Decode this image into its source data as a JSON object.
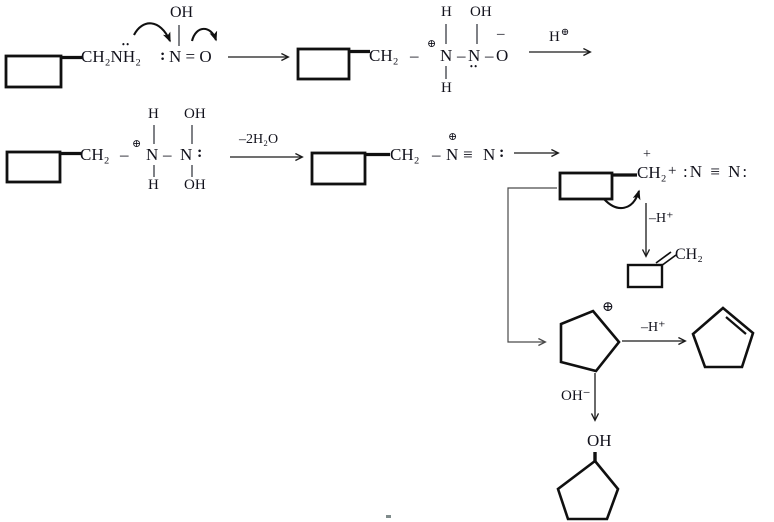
{
  "row1": {
    "amine": {
      "formula": "CH₂NH₂",
      "lone_pair": "••"
    },
    "nitrous_acid": {
      "lone_pair": ":",
      "n_double_o": "N = O",
      "hydroxyl": "OH"
    },
    "nitrosammonium": {
      "ch2": "CH₂",
      "bond": "–",
      "charge": "⊕",
      "n": "N",
      "h": "H",
      "hydroxyl": "OH",
      "lone_pair": "••",
      "o": "O",
      "o_charge": "–"
    },
    "proton_arrow": {
      "base": "H",
      "sup": "⊕"
    }
  },
  "row2": {
    "dihydroxy": {
      "ch2": "CH₂",
      "bond": "–",
      "charge": "⊕",
      "n": "N",
      "h": "H",
      "hydroxyl": "OH",
      "lone_pair": ":"
    },
    "dehydration_arrow": "–2H₂O",
    "diazonium": {
      "ch2": "CH₂",
      "bond": "–",
      "charge": "⊕",
      "n": "N",
      "triple_bond": "≡",
      "lone_pair": ":"
    }
  },
  "cascade": {
    "primary_cation": {
      "ch2": "CH₂",
      "charge": "+",
      "plus": "+",
      "dinitrogen": ":N ≡ N:"
    },
    "deprotonation_arrow": "–H⁺",
    "methylenecyclobutane": {
      "ch2": "CH₂"
    },
    "cyclopentyl_cation": {
      "charge": "⊕"
    },
    "elimination_arrow": "–H⁺",
    "hydroxide_arrow": "OH⁻",
    "cyclopentanol": {
      "hydroxyl": "OH"
    }
  },
  "colors": {
    "ink": "#12121c",
    "line": "#1a1a1a",
    "connector": "#4a4a4a"
  }
}
